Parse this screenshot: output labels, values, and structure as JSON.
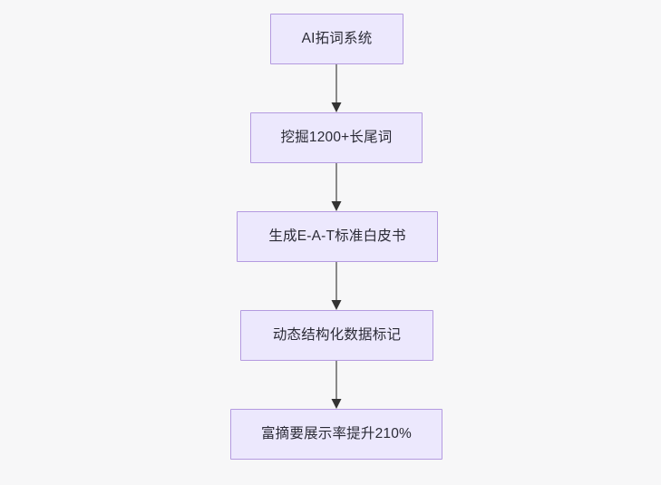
{
  "diagram": {
    "type": "flowchart",
    "direction": "top-to-bottom",
    "background_color": "#f7f7f8",
    "node_fill_color": "#ece8fd",
    "node_border_color": "#b49ae0",
    "node_text_color": "#2b2b36",
    "edge_color": "#8a8a8a",
    "arrowhead_color": "#333333",
    "nodes": [
      {
        "id": "node-0",
        "label": "AI拓词系统"
      },
      {
        "id": "node-1",
        "label": "挖掘1200+长尾词"
      },
      {
        "id": "node-2",
        "label": "生成E-A-T标准白皮书"
      },
      {
        "id": "node-3",
        "label": "动态结构化数据标记"
      },
      {
        "id": "node-4",
        "label": "富摘要展示率提升210%"
      }
    ],
    "edges": [
      {
        "id": "edge-0",
        "from": "node-0",
        "to": "node-1",
        "label": ""
      },
      {
        "id": "edge-1",
        "from": "node-1",
        "to": "node-2",
        "label": ""
      },
      {
        "id": "edge-2",
        "from": "node-2",
        "to": "node-3",
        "label": ""
      },
      {
        "id": "edge-3",
        "from": "node-3",
        "to": "node-4",
        "label": ""
      }
    ]
  }
}
